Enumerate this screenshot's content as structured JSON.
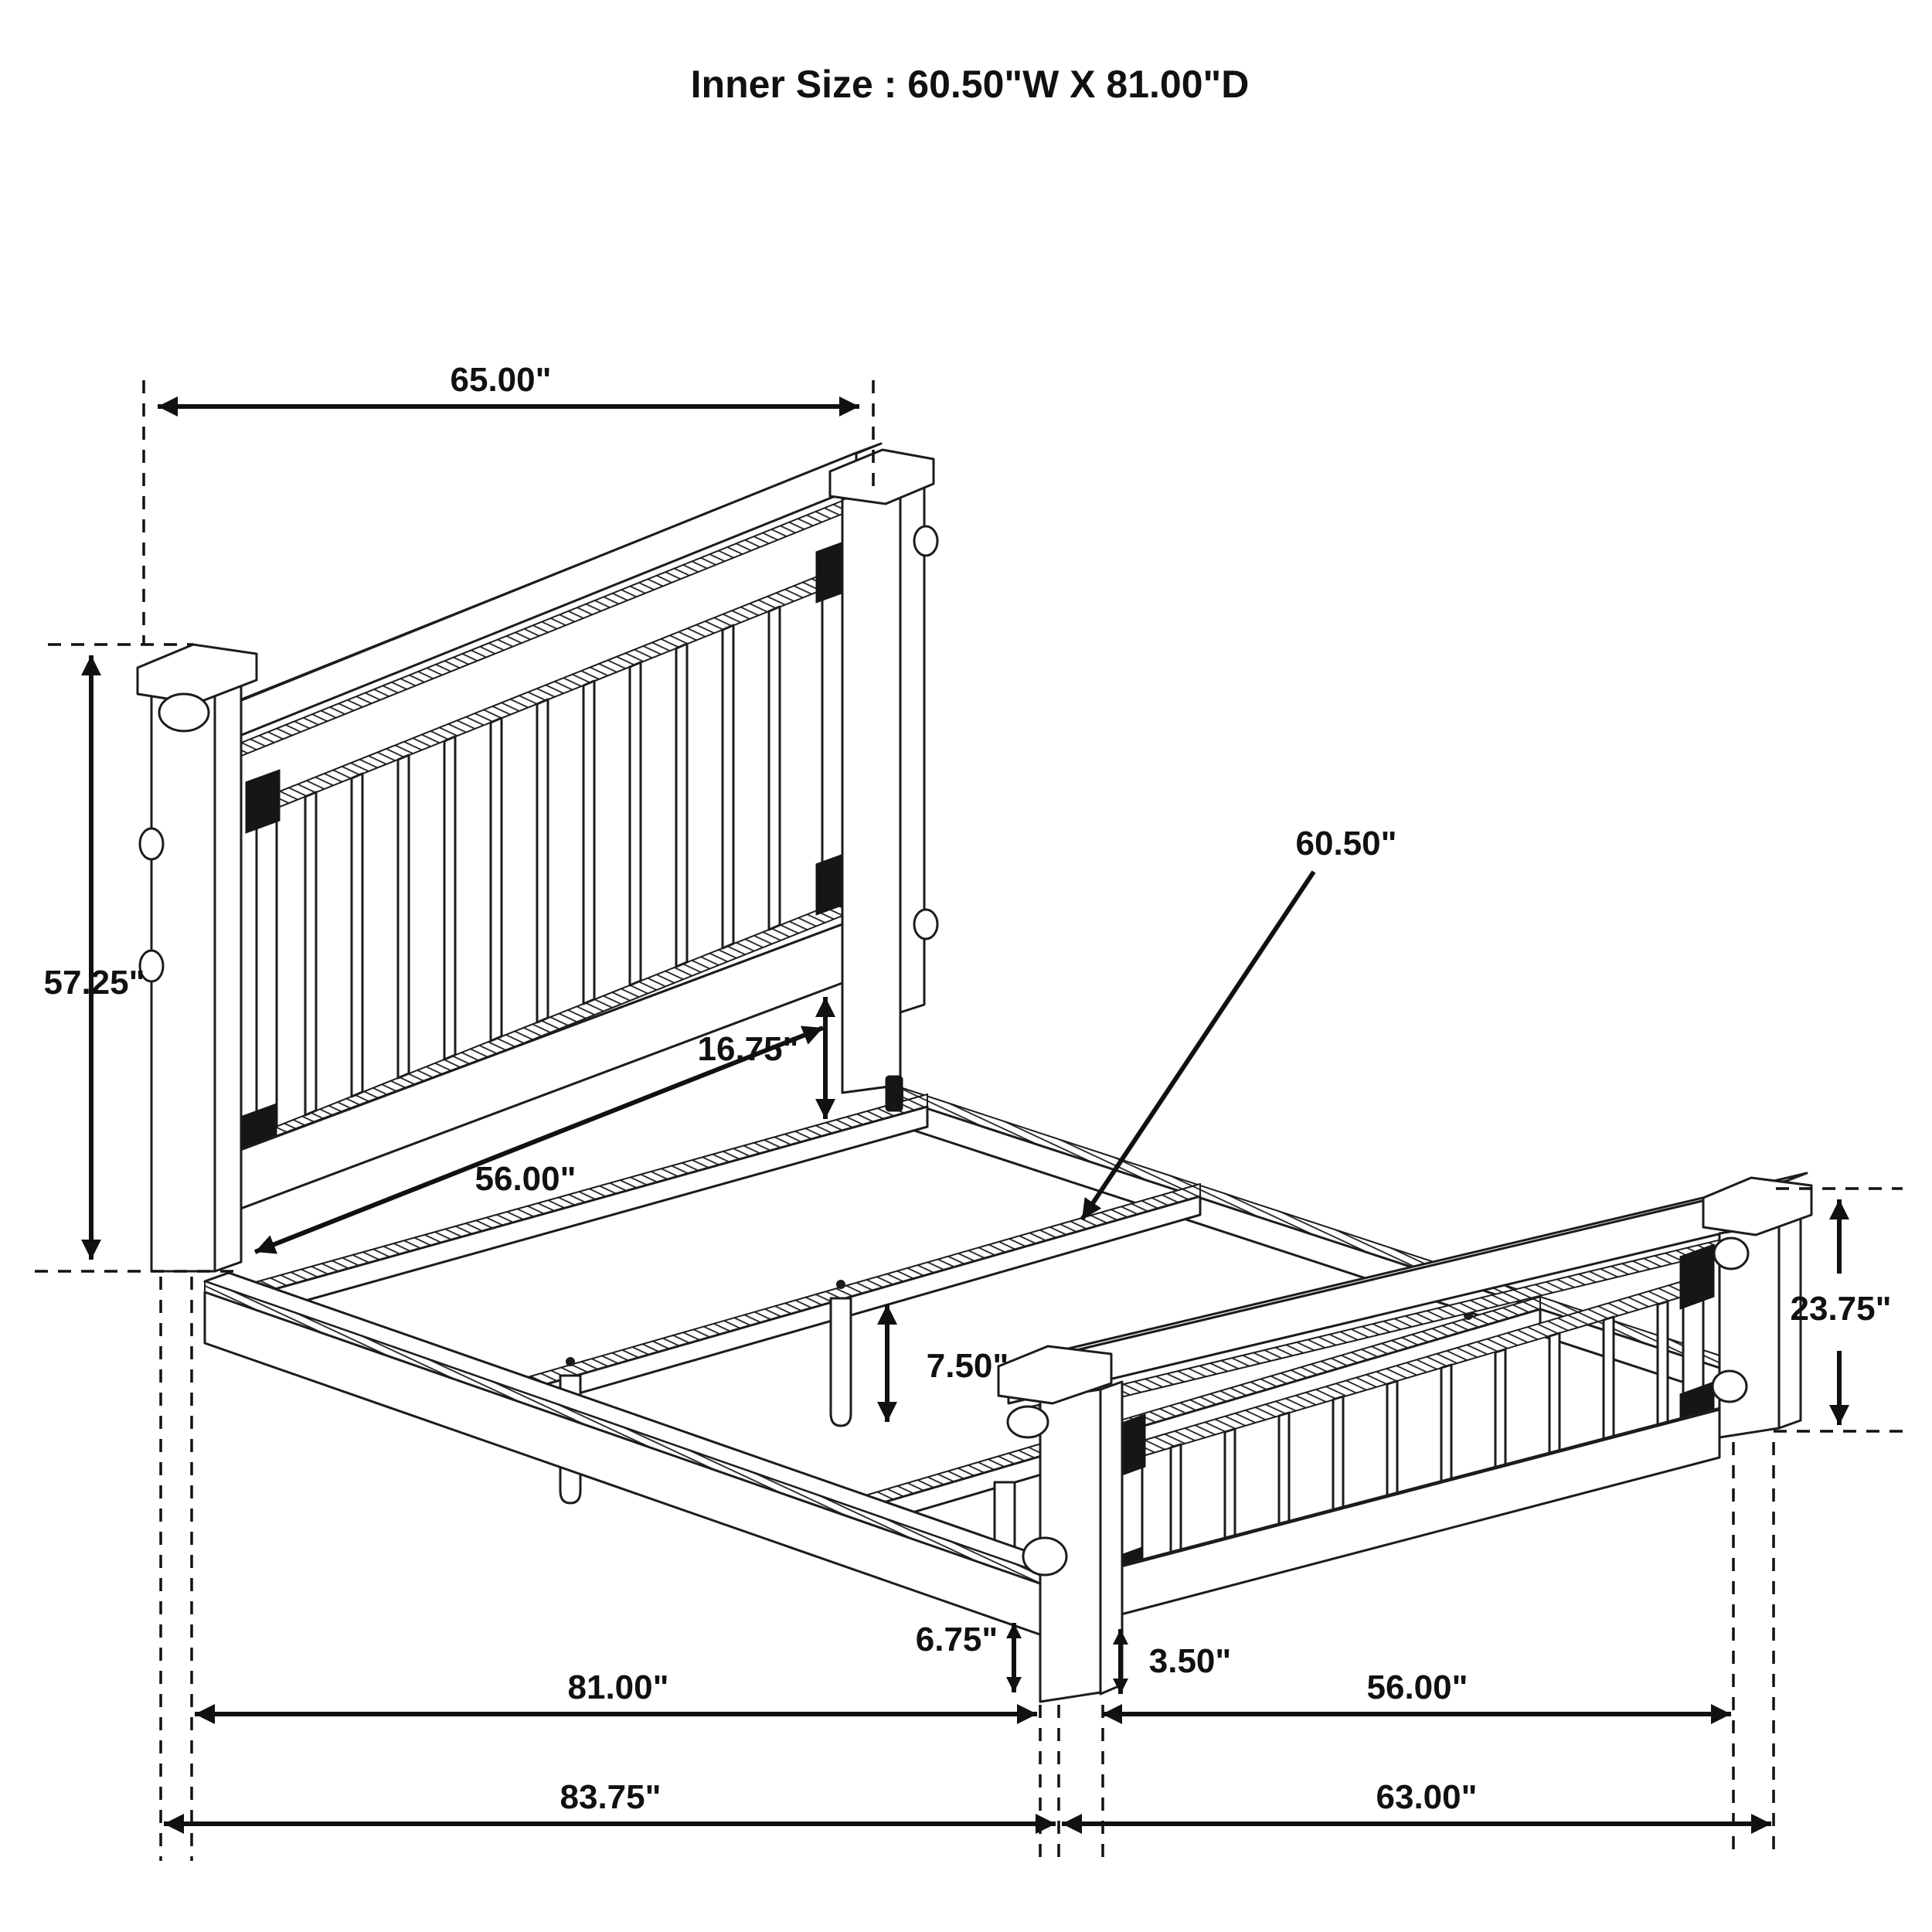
{
  "title": "Inner Size : 60.50\"W X 81.00\"D",
  "diagram": {
    "type": "furniture-dimension-drawing",
    "subject": "bed frame isometric line drawing",
    "units": "inches"
  },
  "dimensions": {
    "headboard_width": "65.00\"",
    "headboard_height": "57.25\"",
    "headboard_panel_width": "56.00\"",
    "rail_mount_height": "16.75\"",
    "inner_width": "60.50\"",
    "center_leg_height": "7.50\"",
    "footboard_height": "23.75\"",
    "rail_floor_clearance": "6.75\"",
    "footboard_bottom_rail_height": "3.50\"",
    "inner_depth": "81.00\"",
    "footboard_panel_width": "56.00\"",
    "overall_depth": "83.75\"",
    "footboard_width": "63.00\""
  }
}
